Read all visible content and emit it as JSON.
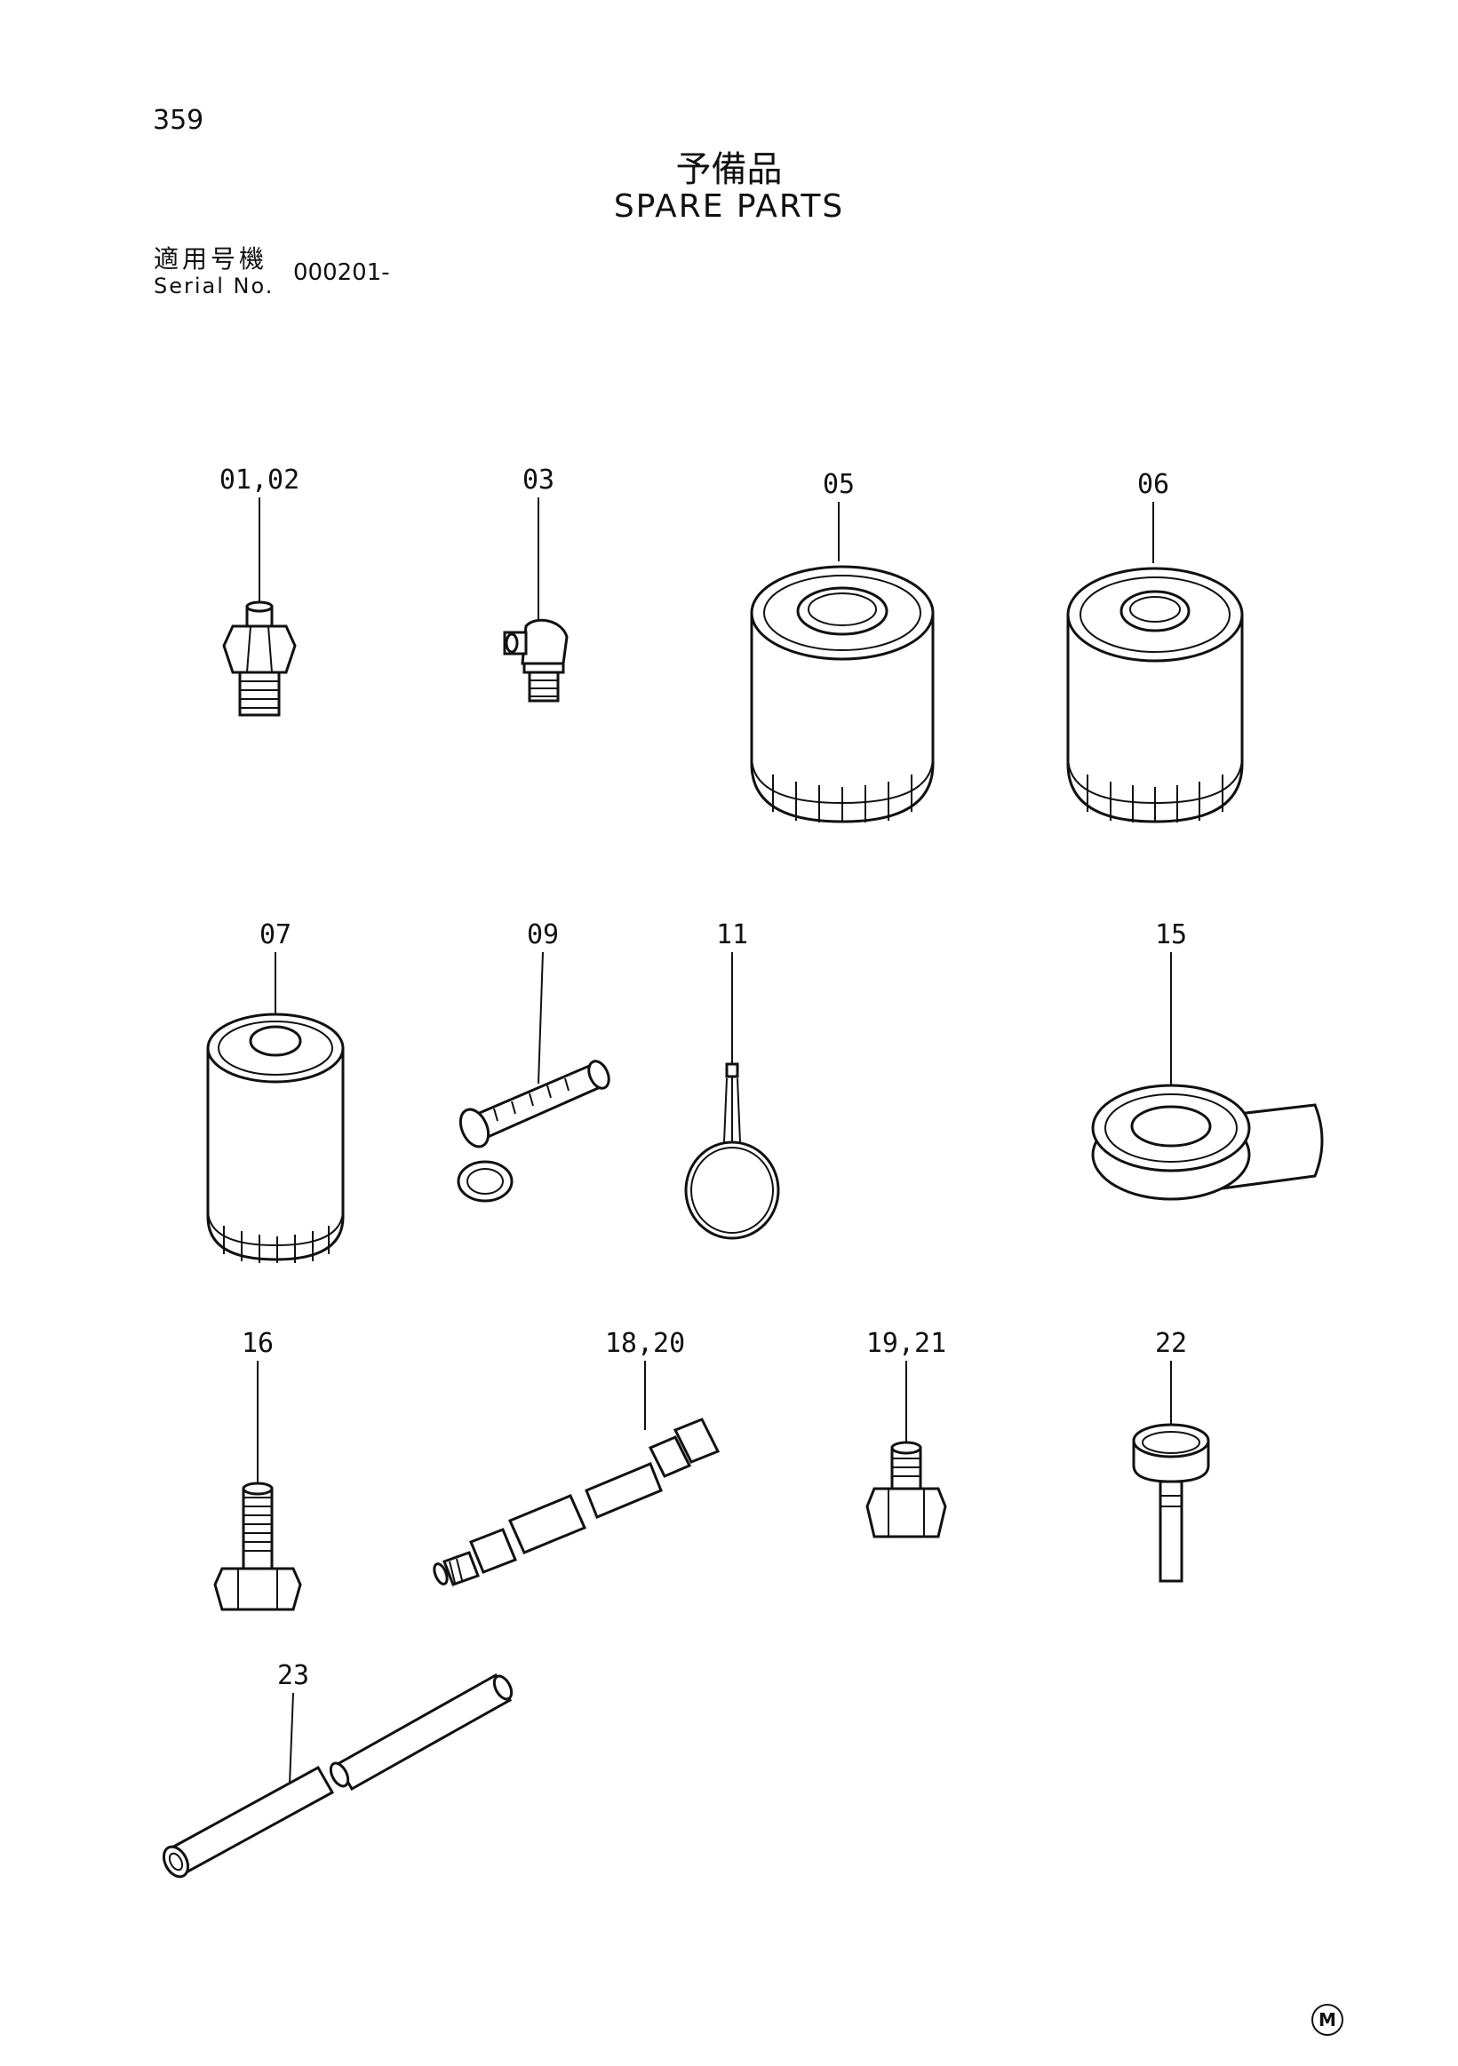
{
  "page_number": "359",
  "title_jp": "予備品",
  "title_en": "SPARE PARTS",
  "serial": {
    "label_jp": "適用号機",
    "label_en": "Serial No.",
    "value": "000201-"
  },
  "callouts": [
    "01,02",
    "03",
    "05",
    "06",
    "07",
    "09",
    "11",
    "15",
    "16",
    "18,20",
    "19,21",
    "22",
    "23"
  ],
  "footer_mark": "M"
}
